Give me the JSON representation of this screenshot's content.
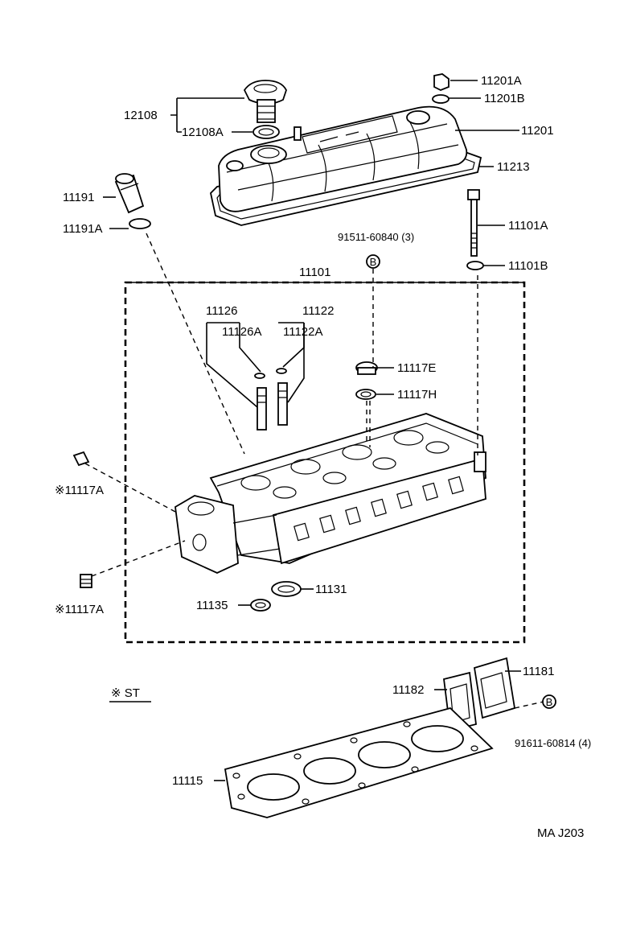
{
  "labels": {
    "l_12108": "12108",
    "l_12108A": "12108A",
    "l_11201A": "11201A",
    "l_11201B": "11201B",
    "l_11201": "11201",
    "l_11213": "11213",
    "l_11191": "11191",
    "l_11191A": "11191A",
    "l_91511": "91511-60840 (3)",
    "l_11101A": "11101A",
    "l_11101B": "11101B",
    "l_11101": "11101",
    "l_11126": "11126",
    "l_11126A": "11126A",
    "l_11122": "11122",
    "l_11122A": "11122A",
    "l_11117E": "11117E",
    "l_11117H": "11117H",
    "l_11117A_top": "※11117A",
    "l_11117A_bot": "※11117A",
    "l_11131": "11131",
    "l_11135": "11135",
    "l_11181": "11181",
    "l_11182": "11182",
    "l_91611": "91611-60814 (4)",
    "l_11115": "11115",
    "l_st": "※ ST",
    "l_ref": "MA  J203",
    "b_top": "B",
    "b_bot": "B"
  }
}
